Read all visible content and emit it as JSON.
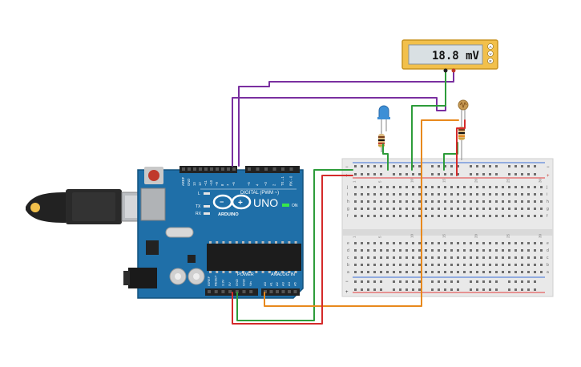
{
  "multimeter": {
    "reading": "18.8 mV",
    "mode_labels": [
      "A",
      "V",
      "R"
    ]
  },
  "arduino": {
    "logo_text": "UNO",
    "brand": "ARDUINO",
    "digital_label": "DIGITAL (PWM ~)",
    "power_label": "POWER",
    "analog_label": "ANALOG IN",
    "tx_label": "TX",
    "rx_label": "RX",
    "l_label": "L",
    "on_label": "ON",
    "digital_pins": [
      "AREF",
      "GND",
      "13",
      "12",
      "~11",
      "~10",
      "~9",
      "8",
      "7",
      "~6",
      "~5",
      "4",
      "~3",
      "2",
      "TX→1",
      "RX←0"
    ],
    "power_pins": [
      "IOREF",
      "RESET",
      "3.3V",
      "5V",
      "GND",
      "GND",
      "Vin"
    ],
    "analog_pins": [
      "A0",
      "A1",
      "A2",
      "A3",
      "A4",
      "A5"
    ]
  },
  "breadboard": {
    "top_plus": "+",
    "top_minus": "−",
    "row_letters_top": [
      "j",
      "i",
      "h",
      "g",
      "f"
    ],
    "row_letters_bottom": [
      "e",
      "d",
      "c",
      "b",
      "a"
    ],
    "column_numbers": [
      "1",
      "5",
      "10",
      "15",
      "20",
      "25",
      "30"
    ]
  },
  "colors": {
    "arduino_board": "#1f6fa8",
    "wire_purple": "#7a2fa0",
    "wire_green": "#2d9c3a",
    "wire_orange": "#e8891d",
    "wire_red": "#d42a2a",
    "multimeter_body": "#f2c04b"
  }
}
